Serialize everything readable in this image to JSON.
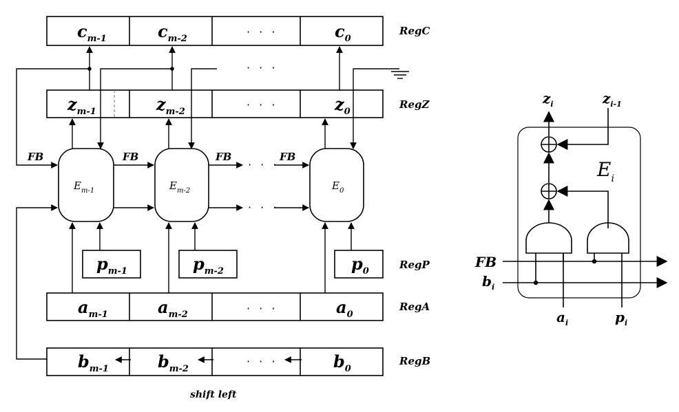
{
  "registers": {
    "regC": {
      "label": "RegC",
      "cells": [
        {
          "base": "c",
          "sub": "m-1"
        },
        {
          "base": "c",
          "sub": "m-2"
        },
        {
          "base": "c",
          "sub": "0"
        }
      ]
    },
    "regZ": {
      "label": "RegZ",
      "cells": [
        {
          "base": "z",
          "sub": "m-1"
        },
        {
          "base": "z",
          "sub": "m-2"
        },
        {
          "base": "z",
          "sub": "0"
        }
      ]
    },
    "regP": {
      "label": "RegP",
      "cells": [
        {
          "base": "p",
          "sub": "m-1"
        },
        {
          "base": "p",
          "sub": "m-2"
        },
        {
          "base": "p",
          "sub": "0"
        }
      ]
    },
    "regA": {
      "label": "RegA",
      "cells": [
        {
          "base": "a",
          "sub": "m-1"
        },
        {
          "base": "a",
          "sub": "m-2"
        },
        {
          "base": "a",
          "sub": "0"
        }
      ]
    },
    "regB": {
      "label": "RegB",
      "cells": [
        {
          "base": "b",
          "sub": "m-1"
        },
        {
          "base": "b",
          "sub": "m-2"
        },
        {
          "base": "b",
          "sub": "0"
        }
      ]
    }
  },
  "cells": {
    "e1": {
      "base": "E",
      "sub": "m-1"
    },
    "e2": {
      "base": "E",
      "sub": "m-2"
    },
    "e0": {
      "base": "E",
      "sub": "0"
    }
  },
  "fb_label": "FB",
  "ellipsis": "· · ·",
  "shift_caption": "shift left",
  "detail": {
    "cell": {
      "base": "E",
      "sub": "i"
    },
    "out": {
      "base": "z",
      "sub": "i"
    },
    "zin": {
      "base": "z",
      "sub": "i-1"
    },
    "fb": "FB",
    "b": {
      "base": "b",
      "sub": "i"
    },
    "a": {
      "base": "a",
      "sub": "i"
    },
    "p": {
      "base": "p",
      "sub": "i"
    }
  }
}
